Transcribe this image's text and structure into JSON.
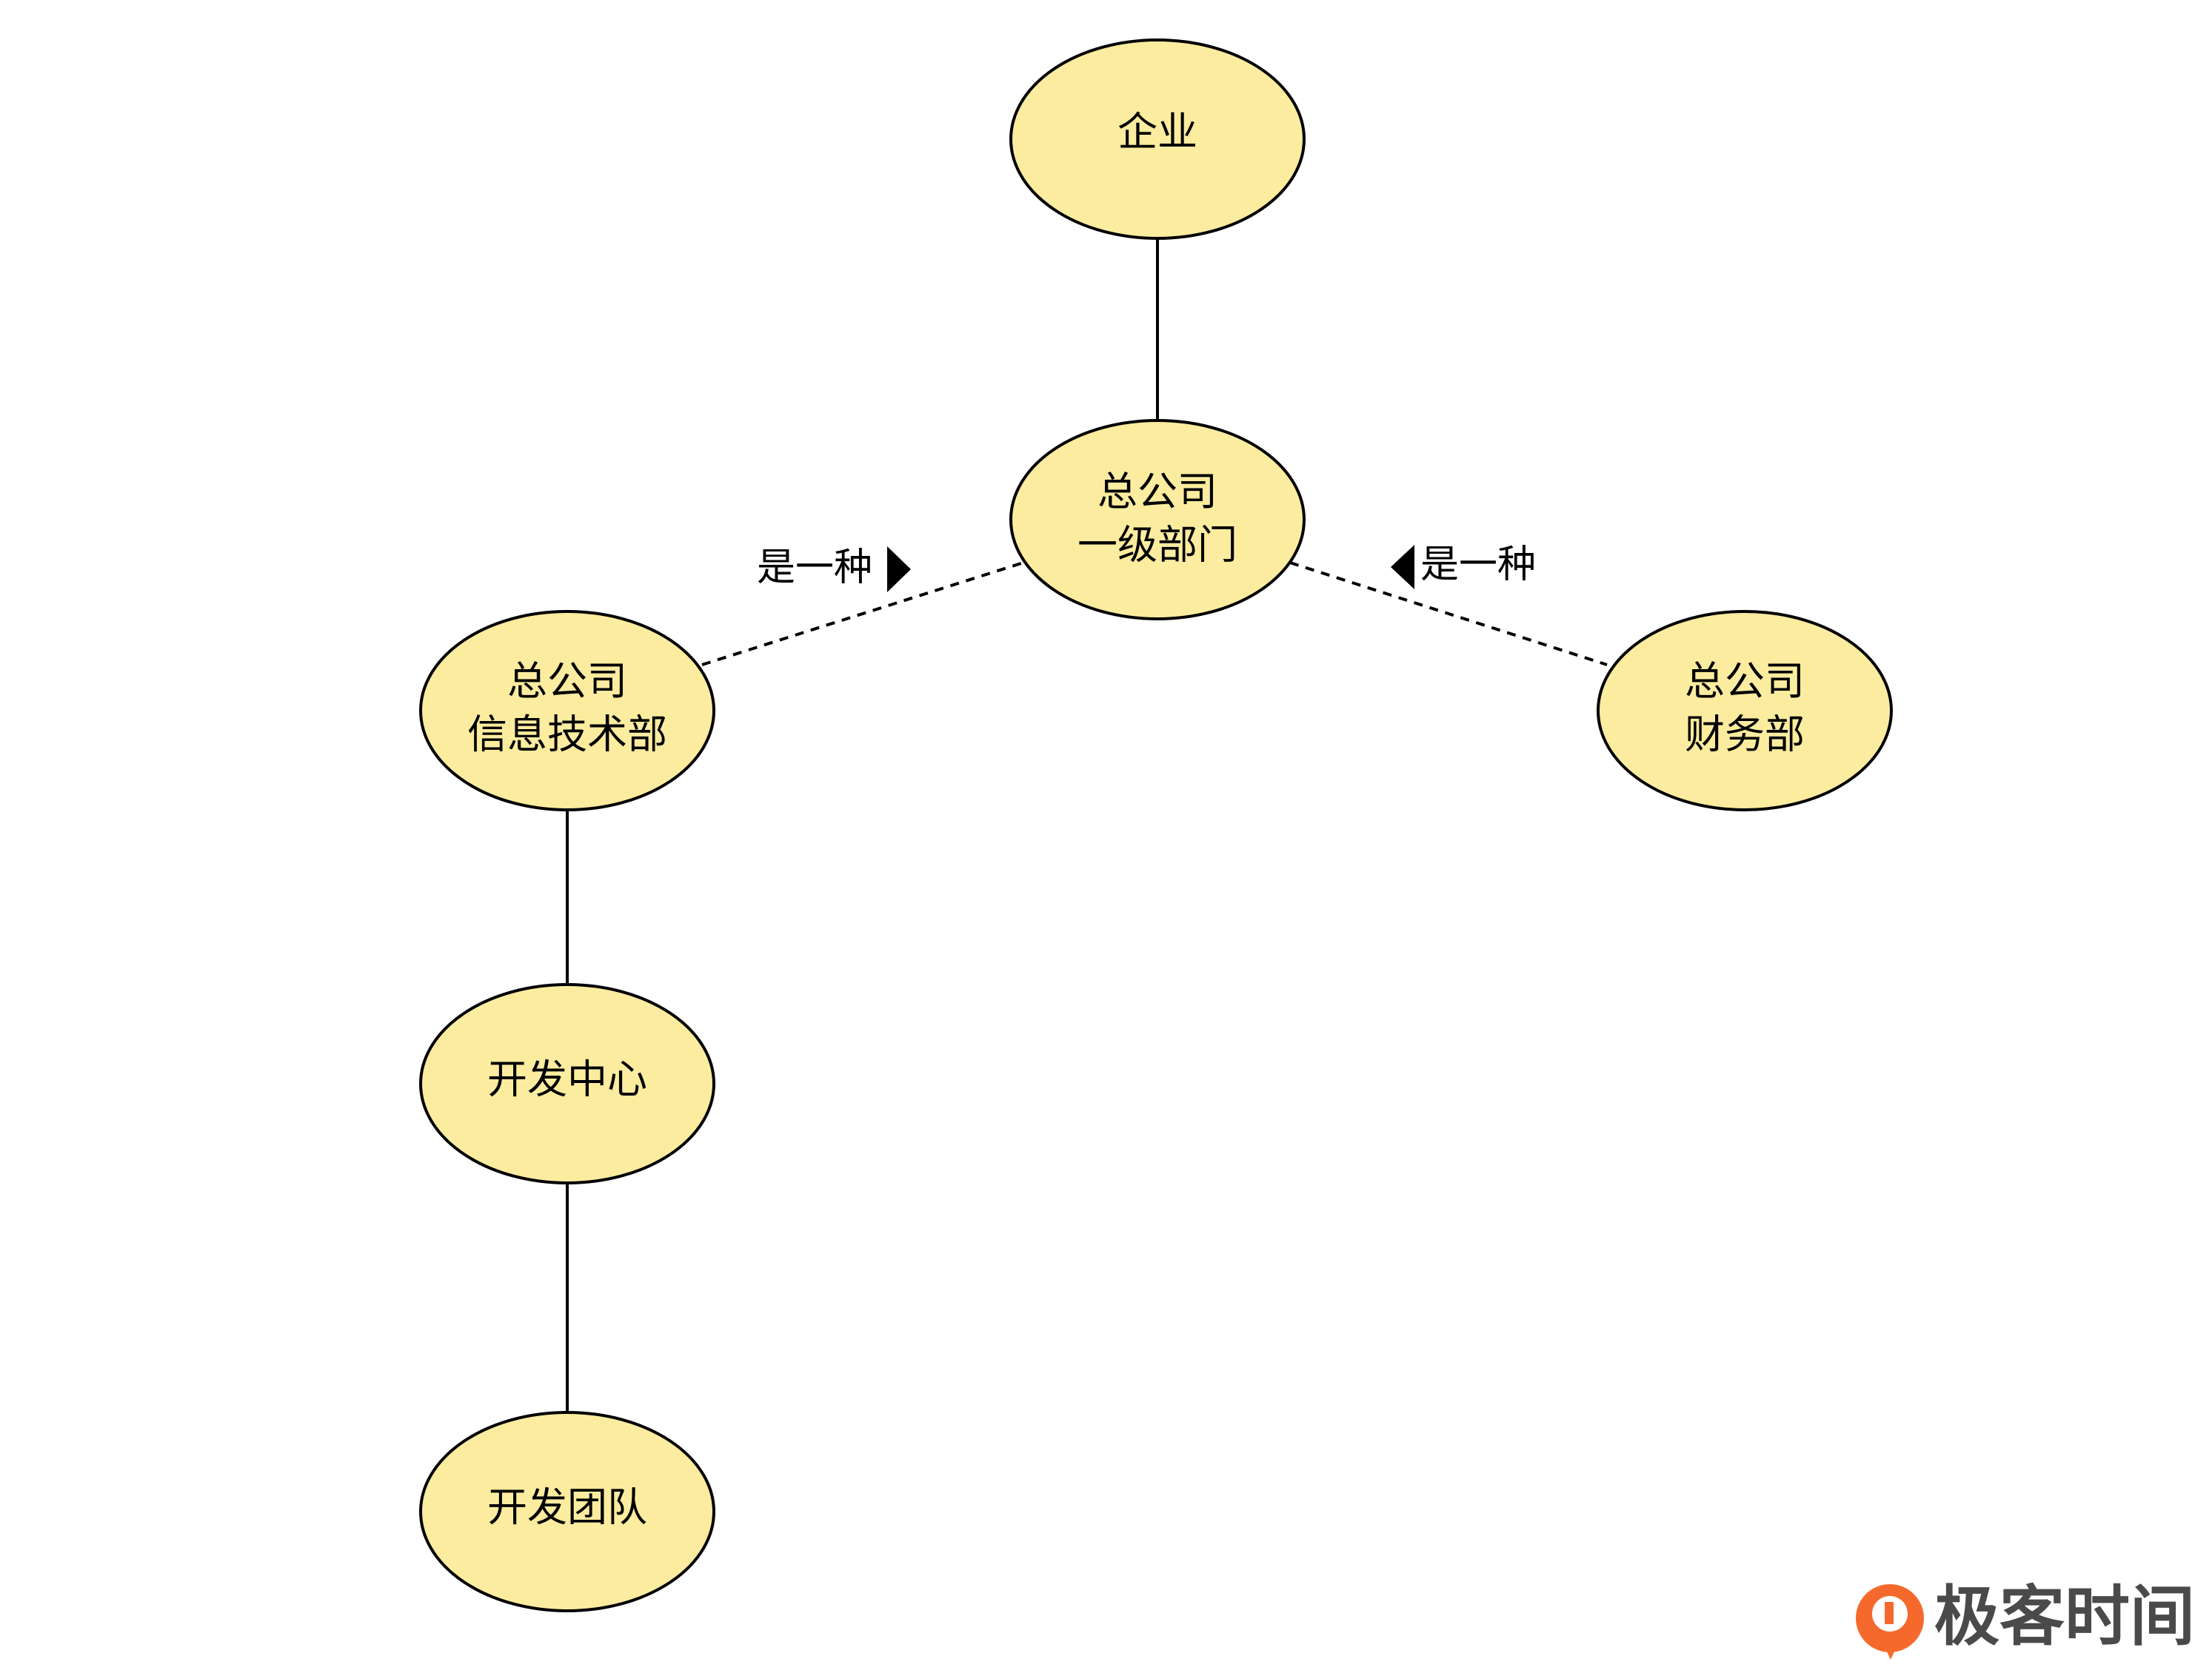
{
  "nodes": {
    "enterprise": {
      "lines": [
        "企业"
      ]
    },
    "hq_first_level_dept": {
      "lines": [
        "总公司",
        "一级部门"
      ]
    },
    "hq_it_dept": {
      "lines": [
        "总公司",
        "信息技术部"
      ]
    },
    "hq_finance_dept": {
      "lines": [
        "总公司",
        "财务部"
      ]
    },
    "dev_center": {
      "lines": [
        "开发中心"
      ]
    },
    "dev_team": {
      "lines": [
        "开发团队"
      ]
    }
  },
  "edges": {
    "it_is_a_label": "是一种",
    "finance_is_a_label": "是一种"
  },
  "logo": {
    "text": "极客时间",
    "icon": "geektime-logo-icon"
  },
  "colors": {
    "node_fill": "#fcec9f",
    "stroke": "#000000",
    "logo_orange": "#f56a2c",
    "logo_text": "#4a4a4a"
  }
}
